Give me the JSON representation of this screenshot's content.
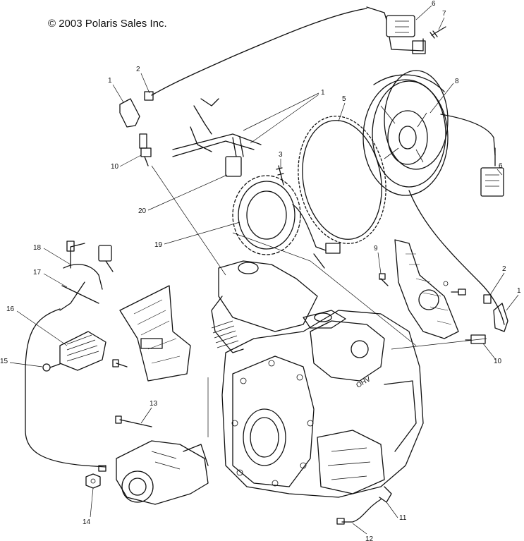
{
  "copyright": "© 2003 Polaris Sales Inc.",
  "callouts": [
    {
      "id": "c1a",
      "label": "1"
    },
    {
      "id": "c2a",
      "label": "2"
    },
    {
      "id": "c1b",
      "label": "1"
    },
    {
      "id": "c5",
      "label": "5"
    },
    {
      "id": "c6a",
      "label": "6"
    },
    {
      "id": "c7",
      "label": "7"
    },
    {
      "id": "c8",
      "label": "8"
    },
    {
      "id": "c6b",
      "label": "6"
    },
    {
      "id": "c10a",
      "label": "10"
    },
    {
      "id": "c3",
      "label": "3"
    },
    {
      "id": "c20",
      "label": "20"
    },
    {
      "id": "c19",
      "label": "19"
    },
    {
      "id": "c9",
      "label": "9"
    },
    {
      "id": "c2b",
      "label": "2"
    },
    {
      "id": "c1c",
      "label": "1"
    },
    {
      "id": "c10b",
      "label": "10"
    },
    {
      "id": "c18",
      "label": "18"
    },
    {
      "id": "c17",
      "label": "17"
    },
    {
      "id": "c16",
      "label": "16"
    },
    {
      "id": "c15",
      "label": "15"
    },
    {
      "id": "c13",
      "label": "13"
    },
    {
      "id": "c14",
      "label": "14"
    },
    {
      "id": "c11",
      "label": "11"
    },
    {
      "id": "c12",
      "label": "12"
    }
  ],
  "engine_stamp": "OHV"
}
